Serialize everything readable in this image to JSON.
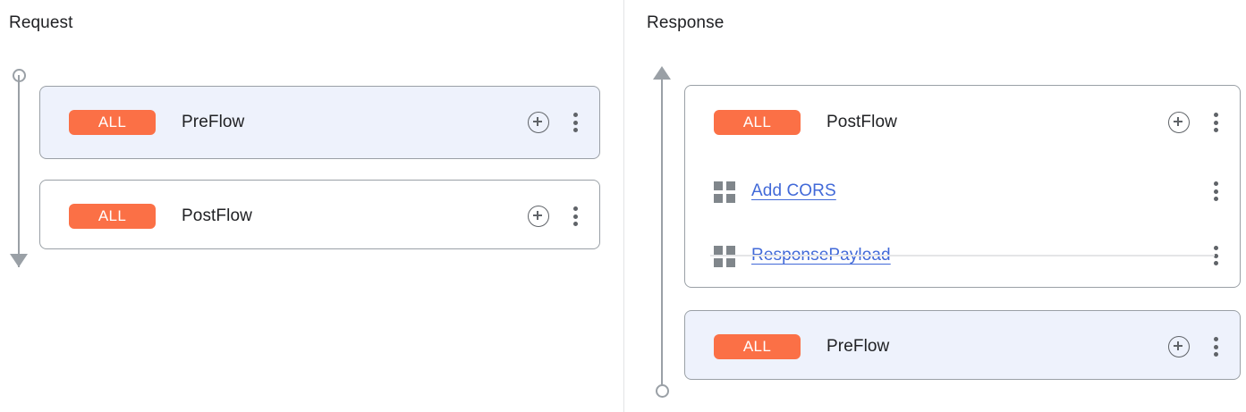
{
  "panels": [
    {
      "title": "Request",
      "rail": {
        "start_icon": "circle-endpoint",
        "end_icon": "arrow-down-icon"
      },
      "cards": [
        {
          "selected": true,
          "flow": {
            "badge": "ALL",
            "name": "PreFlow",
            "add_icon": "plus-circle-icon",
            "menu_icon": "more-vert-icon"
          },
          "policies": []
        },
        {
          "selected": false,
          "flow": {
            "badge": "ALL",
            "name": "PostFlow",
            "add_icon": "plus-circle-icon",
            "menu_icon": "more-vert-icon"
          },
          "policies": []
        }
      ]
    },
    {
      "title": "Response",
      "rail": {
        "start_icon": "arrow-up-icon",
        "end_icon": "circle-endpoint"
      },
      "cards": [
        {
          "selected": false,
          "flow": {
            "badge": "ALL",
            "name": "PostFlow",
            "add_icon": "plus-circle-icon",
            "menu_icon": "more-vert-icon"
          },
          "policies": [
            {
              "name": "Add CORS",
              "handle_icon": "policy-grid-icon",
              "menu_icon": "more-vert-icon"
            },
            {
              "name": "ResponsePayload",
              "handle_icon": "policy-grid-icon",
              "menu_icon": "more-vert-icon"
            }
          ]
        },
        {
          "selected": true,
          "flow": {
            "badge": "ALL",
            "name": "PreFlow",
            "add_icon": "plus-circle-icon",
            "menu_icon": "more-vert-icon"
          },
          "policies": []
        }
      ]
    }
  ],
  "colors": {
    "badge_orange": "#fb7046",
    "link_blue": "#4169d8",
    "selected_card_bg": "#eef2fc",
    "rail_gray": "#9aa0a6"
  }
}
